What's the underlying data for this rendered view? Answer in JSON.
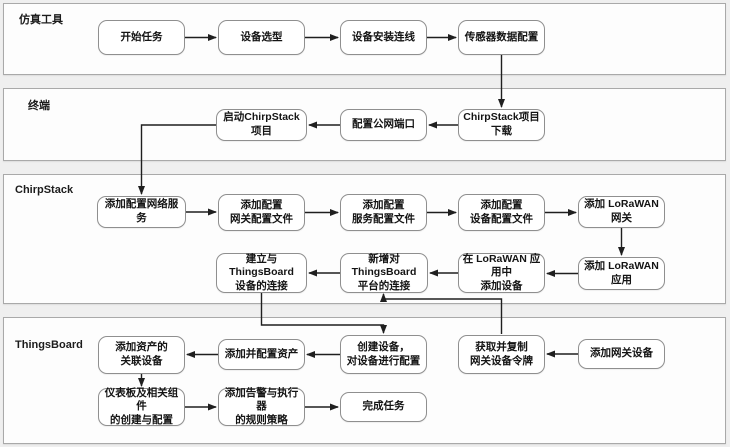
{
  "diagram": {
    "type": "swimlane-flowchart",
    "colors": {
      "background": "#efefef",
      "lane_fill": "#fdfdfd",
      "lane_border": "#a9a9a9",
      "node_fill": "#ffffff",
      "node_border": "#8f8f8f",
      "arrow": "#1f1f1f",
      "text": "#141414"
    },
    "lanes": [
      {
        "id": "sim",
        "label": "仿真工具"
      },
      {
        "id": "terminal",
        "label": "终端"
      },
      {
        "id": "chirpstack",
        "label": "ChirpStack"
      },
      {
        "id": "thingsboard",
        "label": "ThingsBoard"
      }
    ],
    "nodes": [
      {
        "id": "start",
        "lane": "sim",
        "label": "开始任务"
      },
      {
        "id": "device_sel",
        "lane": "sim",
        "label": "设备选型"
      },
      {
        "id": "install",
        "lane": "sim",
        "label": "设备安装连线"
      },
      {
        "id": "sensor_cfg",
        "lane": "sim",
        "label": "传感器数据配置"
      },
      {
        "id": "launch",
        "lane": "terminal",
        "label": "启动ChirpStack项目"
      },
      {
        "id": "port_cfg",
        "lane": "terminal",
        "label": "配置公网端口"
      },
      {
        "id": "chirp_dl",
        "lane": "terminal",
        "label": "ChirpStack项目下载"
      },
      {
        "id": "net_service",
        "lane": "chirpstack",
        "label": "添加配置网络服务"
      },
      {
        "id": "gw_file",
        "lane": "chirpstack",
        "label": "添加配置\n网关配置文件"
      },
      {
        "id": "srv_file",
        "lane": "chirpstack",
        "label": "添加配置\n服务配置文件"
      },
      {
        "id": "dev_file",
        "lane": "chirpstack",
        "label": "添加配置\n设备配置文件"
      },
      {
        "id": "add_gw",
        "lane": "chirpstack",
        "label": "添加 LoRaWAN 网关"
      },
      {
        "id": "add_app",
        "lane": "chirpstack",
        "label": "添加 LoRaWAN 应用"
      },
      {
        "id": "app_device",
        "lane": "chirpstack",
        "label": "在 LoRaWAN 应用中\n添加设备"
      },
      {
        "id": "tb_plat",
        "lane": "chirpstack",
        "label": "新增对ThingsBoard\n平台的连接"
      },
      {
        "id": "tb_dev",
        "lane": "chirpstack",
        "label": "建立与ThingsBoard\n设备的连接"
      },
      {
        "id": "asset_dev",
        "lane": "thingsboard",
        "label": "添加资产的\n关联设备"
      },
      {
        "id": "asset_cfg",
        "lane": "thingsboard",
        "label": "添加并配置资产"
      },
      {
        "id": "create_dev",
        "lane": "thingsboard",
        "label": "创建设备，\n对设备进行配置"
      },
      {
        "id": "token",
        "lane": "thingsboard",
        "label": "获取并复制\n网关设备令牌"
      },
      {
        "id": "gw_device",
        "lane": "thingsboard",
        "label": "添加网关设备"
      },
      {
        "id": "dashboard",
        "lane": "thingsboard",
        "label": "仪表板及相关组件\n的创建与配置"
      },
      {
        "id": "alarm",
        "lane": "thingsboard",
        "label": "添加告警与执行器\n的规则策略"
      },
      {
        "id": "finish",
        "lane": "thingsboard",
        "label": "完成任务"
      }
    ],
    "edges": [
      {
        "from": "start",
        "to": "device_sel"
      },
      {
        "from": "device_sel",
        "to": "install"
      },
      {
        "from": "install",
        "to": "sensor_cfg"
      },
      {
        "from": "sensor_cfg",
        "to": "chirp_dl"
      },
      {
        "from": "chirp_dl",
        "to": "port_cfg"
      },
      {
        "from": "port_cfg",
        "to": "launch"
      },
      {
        "from": "launch",
        "to": "net_service"
      },
      {
        "from": "net_service",
        "to": "gw_file"
      },
      {
        "from": "gw_file",
        "to": "srv_file"
      },
      {
        "from": "srv_file",
        "to": "dev_file"
      },
      {
        "from": "dev_file",
        "to": "add_gw"
      },
      {
        "from": "add_gw",
        "to": "add_app"
      },
      {
        "from": "add_app",
        "to": "app_device"
      },
      {
        "from": "app_device",
        "to": "tb_plat"
      },
      {
        "from": "tb_plat",
        "to": "tb_dev"
      },
      {
        "from": "tb_dev",
        "to": "create_dev"
      },
      {
        "from": "token",
        "to": "tb_plat"
      },
      {
        "from": "gw_device",
        "to": "token"
      },
      {
        "from": "create_dev",
        "to": "asset_cfg"
      },
      {
        "from": "asset_cfg",
        "to": "asset_dev"
      },
      {
        "from": "asset_dev",
        "to": "dashboard"
      },
      {
        "from": "dashboard",
        "to": "alarm"
      },
      {
        "from": "alarm",
        "to": "finish"
      }
    ]
  }
}
